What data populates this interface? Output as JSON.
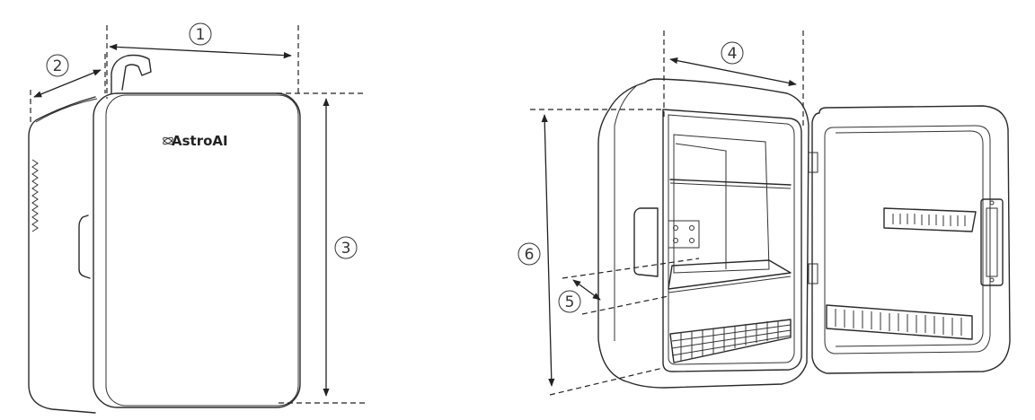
{
  "brand": {
    "logo_text": "AstroAI"
  },
  "dimension_labels": {
    "d1": "1",
    "d2": "2",
    "d3": "3",
    "d4": "4",
    "d5": "5",
    "d6": "6"
  }
}
